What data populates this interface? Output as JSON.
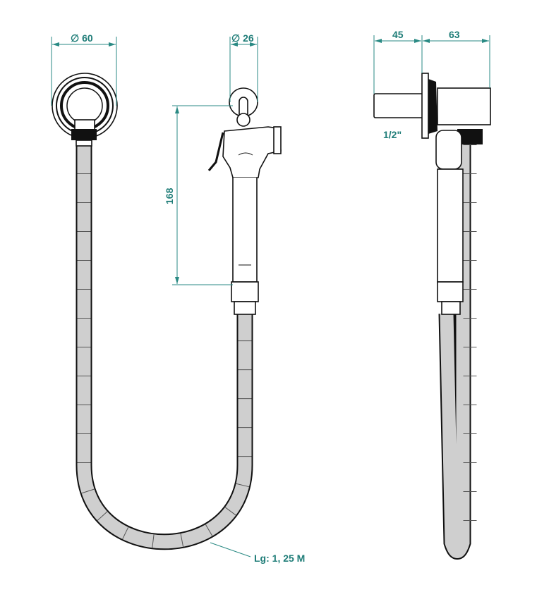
{
  "title": "Hand shower with hose and wall outlet - dimensional drawing",
  "colors": {
    "dimension": "#1f7d78",
    "hose_fill": "#cfcfcf",
    "outline": "#111111"
  },
  "dimensions": {
    "outlet_diameter": "∅ 60",
    "handshower_diameter": "∅ 26",
    "handshower_length": "168",
    "wall_depth": "45",
    "outlet_projection": "63",
    "thread": "1/2\"",
    "hose_length": "Lg: 1, 25 M"
  }
}
